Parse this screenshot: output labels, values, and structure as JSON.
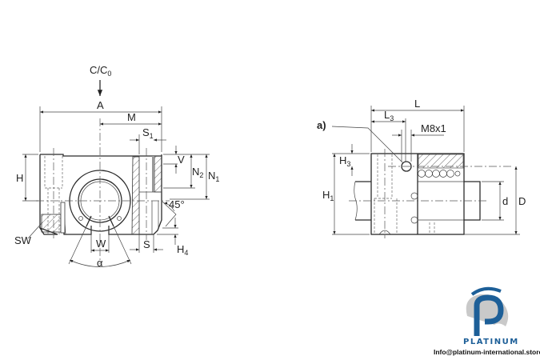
{
  "front_view": {
    "load_label": "C/C",
    "load_sub": "0",
    "dim_A": "A",
    "dim_M": "M",
    "dim_S1": "S",
    "dim_S1_sub": "1",
    "dim_H": "H",
    "dim_V": "V",
    "dim_N2": "N",
    "dim_N2_sub": "2",
    "dim_N1": "N",
    "dim_N1_sub": "1",
    "angle_45": "45°",
    "dim_SW": "SW",
    "dim_W": "W",
    "dim_S": "S",
    "dim_H4": "H",
    "dim_H4_sub": "4",
    "angle_alpha": "α"
  },
  "side_view": {
    "note_a": "a)",
    "dim_L": "L",
    "dim_L3": "L",
    "dim_L3_sub": "3",
    "thread": "M8x1",
    "dim_H3": "H",
    "dim_H3_sub": "3",
    "dim_H1": "H",
    "dim_H1_sub": "1",
    "dim_d": "d",
    "dim_D": "D"
  },
  "branding": {
    "brand_name": "PLATINUM",
    "email": "Info@platinum-international.store",
    "colors": {
      "primary": "#1d5f98",
      "secondary": "#c9c9c9"
    }
  }
}
